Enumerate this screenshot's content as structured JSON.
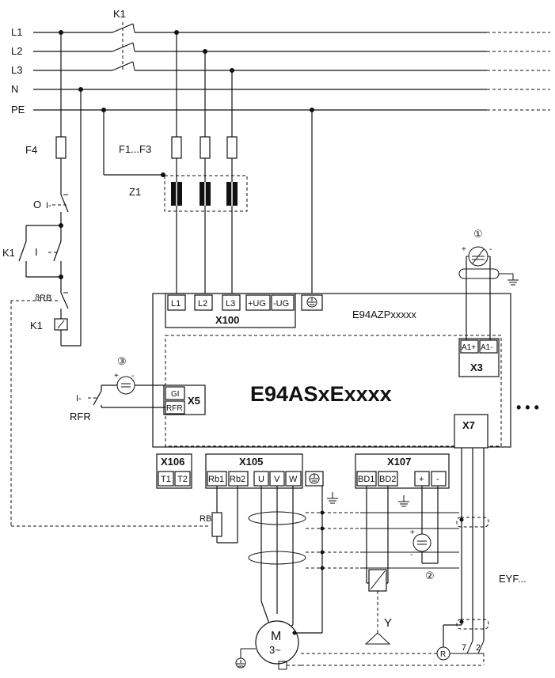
{
  "mains": {
    "l1": "L1",
    "l2": "L2",
    "l3": "L3",
    "n": "N",
    "pe": "PE"
  },
  "labels": {
    "k1_top": "K1",
    "f4": "F4",
    "f1f3": "F1...F3",
    "z1": "Z1",
    "o": "O",
    "k1_side": "K1",
    "theta_rb": "ϑRB",
    "k1_coil": "K1",
    "rfr": "RFR",
    "rb": "RB",
    "eyf": "EYF...",
    "y": "Y",
    "m": "M",
    "m3": "3~",
    "circle1": "①",
    "circle2": "②",
    "circle3": "③",
    "dots": "• • •",
    "r_encoder": "R",
    "pin7": "7",
    "pin2": "2",
    "switch_o": "I-",
    "switch_i": "I",
    "switch_rfr": "I-"
  },
  "device": {
    "model": "E94AZPxxxxx",
    "name": "E94ASxExxxx"
  },
  "x100": {
    "title": "X100",
    "terminals": [
      "L1",
      "L2",
      "L3",
      "+UG",
      "-UG"
    ]
  },
  "x3": {
    "title": "X3",
    "terminals": [
      "A1+",
      "A1-"
    ]
  },
  "x5": {
    "title": "X5",
    "terminals": [
      "GI",
      "RFR"
    ]
  },
  "x106": {
    "title": "X106",
    "terminals": [
      "T1",
      "T2"
    ]
  },
  "x105": {
    "title": "X105",
    "terminals": [
      "Rb1",
      "Rb2",
      "U",
      "V",
      "W"
    ]
  },
  "x107": {
    "title": "X107",
    "terminals": [
      "BD1",
      "BD2",
      "+",
      "-"
    ]
  },
  "x7": {
    "title": "X7"
  },
  "polarity": {
    "plus": "+",
    "minus": "-"
  }
}
